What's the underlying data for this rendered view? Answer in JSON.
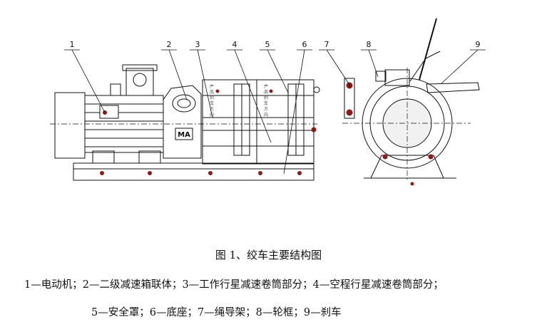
{
  "callouts": [
    "1",
    "2",
    "3",
    "4",
    "5",
    "6",
    "7",
    "8",
    "9"
  ],
  "caption": "图 1、绞车主要结构图",
  "legend": {
    "line1": "1—电动机；2—二级减速箱联体；3—工作行星减速卷筒部分；4—空程行星减速卷筒部分；",
    "line2": "5—安全罩；6—底座；7—绳导架；8—轮框；9—刹车"
  },
  "body_text": {
    "mark": "MA",
    "drum_vertical": "产 品 刹 车 方 向"
  }
}
